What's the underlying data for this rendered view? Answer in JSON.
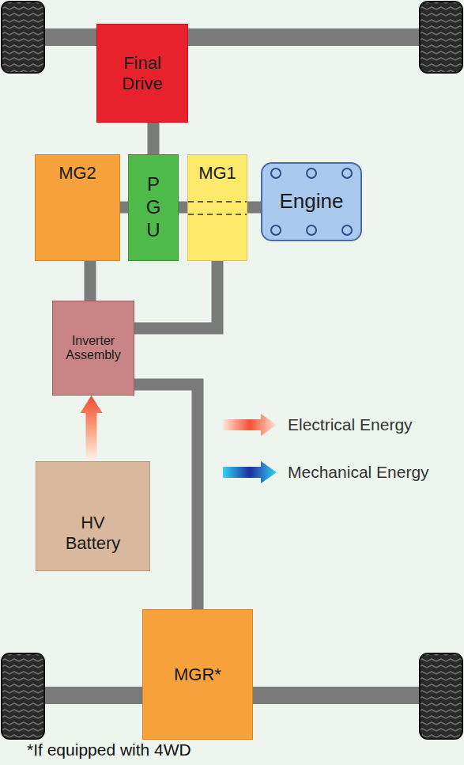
{
  "diagram": {
    "nodes": [
      {
        "text": [
          "Final Drive"
        ]
      },
      {
        "text": [
          "MG2"
        ]
      },
      {
        "text": [
          "P G U"
        ]
      },
      {
        "text": [
          "MG1"
        ]
      },
      {
        "text": [
          "Engine"
        ]
      },
      {
        "text": [
          "Inverter Assembly"
        ]
      },
      {
        "text": [
          "HV Battery"
        ]
      },
      {
        "text": [
          "MGR*"
        ]
      }
    ],
    "edges": [
      {
        "from": 0,
        "to": 2,
        "arrow": "none"
      },
      {
        "from": 1,
        "to": 2,
        "arrow": "none"
      },
      {
        "from": 2,
        "to": 3,
        "arrow": "none"
      },
      {
        "from": 3,
        "to": 4,
        "arrow": "none"
      },
      {
        "from": 1,
        "to": 5,
        "arrow": "none"
      },
      {
        "from": 3,
        "to": 5,
        "arrow": "none"
      },
      {
        "from": 5,
        "to": 7,
        "arrow": "none"
      },
      {
        "from": 6,
        "to": 5,
        "arrow": "to"
      }
    ],
    "labels": [
      "*If equipped with 4WD"
    ],
    "legend": [
      {
        "text": "Electrical Energy"
      },
      {
        "text": "Mechanical Energy"
      }
    ]
  }
}
